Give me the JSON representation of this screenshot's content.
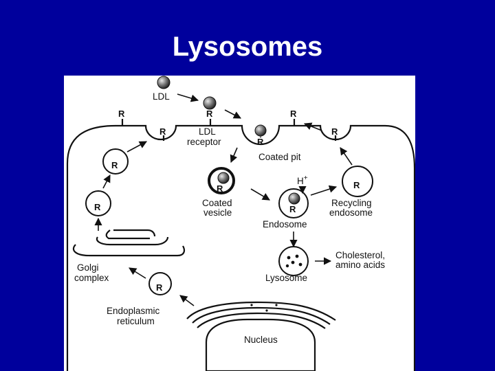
{
  "slide": {
    "title": "Lysosomes"
  },
  "diagram": {
    "labels": {
      "ldl": "LDL",
      "ldl_receptor_line1": "LDL",
      "ldl_receptor_line2": "receptor",
      "coated_pit": "Coated pit",
      "coated_vesicle_line1": "Coated",
      "coated_vesicle_line2": "vesicle",
      "endosome": "Endosome",
      "proton": "H",
      "proton_sup": "+",
      "recycling_endosome_line1": "Recycling",
      "recycling_endosome_line2": "endosome",
      "lysosome": "Lysosome",
      "products_line1": "Cholesterol,",
      "products_line2": "amino acids",
      "golgi_line1": "Golgi",
      "golgi_line2": "complex",
      "er_line1": "Endoplasmic",
      "er_line2": "reticulum",
      "nucleus": "Nucleus",
      "receptor": "R"
    }
  }
}
